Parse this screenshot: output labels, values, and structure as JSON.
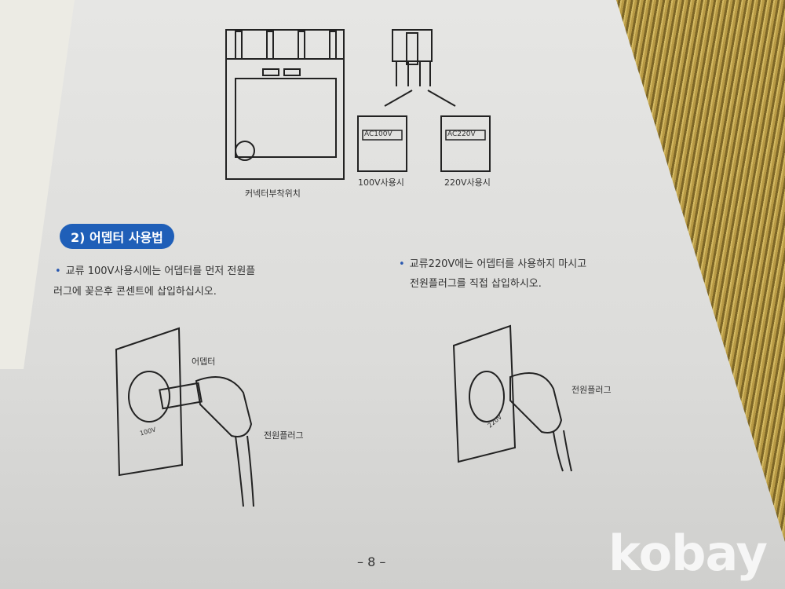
{
  "diagram": {
    "connector_label": "커넥터부착위치",
    "label_100v": "100V사용시",
    "label_220v": "220V사용시",
    "tag_100v": "AC100V",
    "tag_220v": "AC220V"
  },
  "section": {
    "title": "2) 어뎁터 사용법",
    "left_text": [
      "교류 100V사용시에는 어뎁터를 먼저 전원플",
      "러그에 꽂은후  콘센트에 삽입하십시오."
    ],
    "right_text": [
      "교류220V에는 어뎁터를 사용하지 마시고",
      "전원플러그를 직접 삽입하시오."
    ]
  },
  "figures": {
    "adapter_label": "어뎁터",
    "plug_label_left": "전원플러그",
    "plug_label_right": "전원플러그",
    "outlet_left": "100V",
    "outlet_right": "220V"
  },
  "page_number": "– 8 –",
  "watermark": "kobay"
}
